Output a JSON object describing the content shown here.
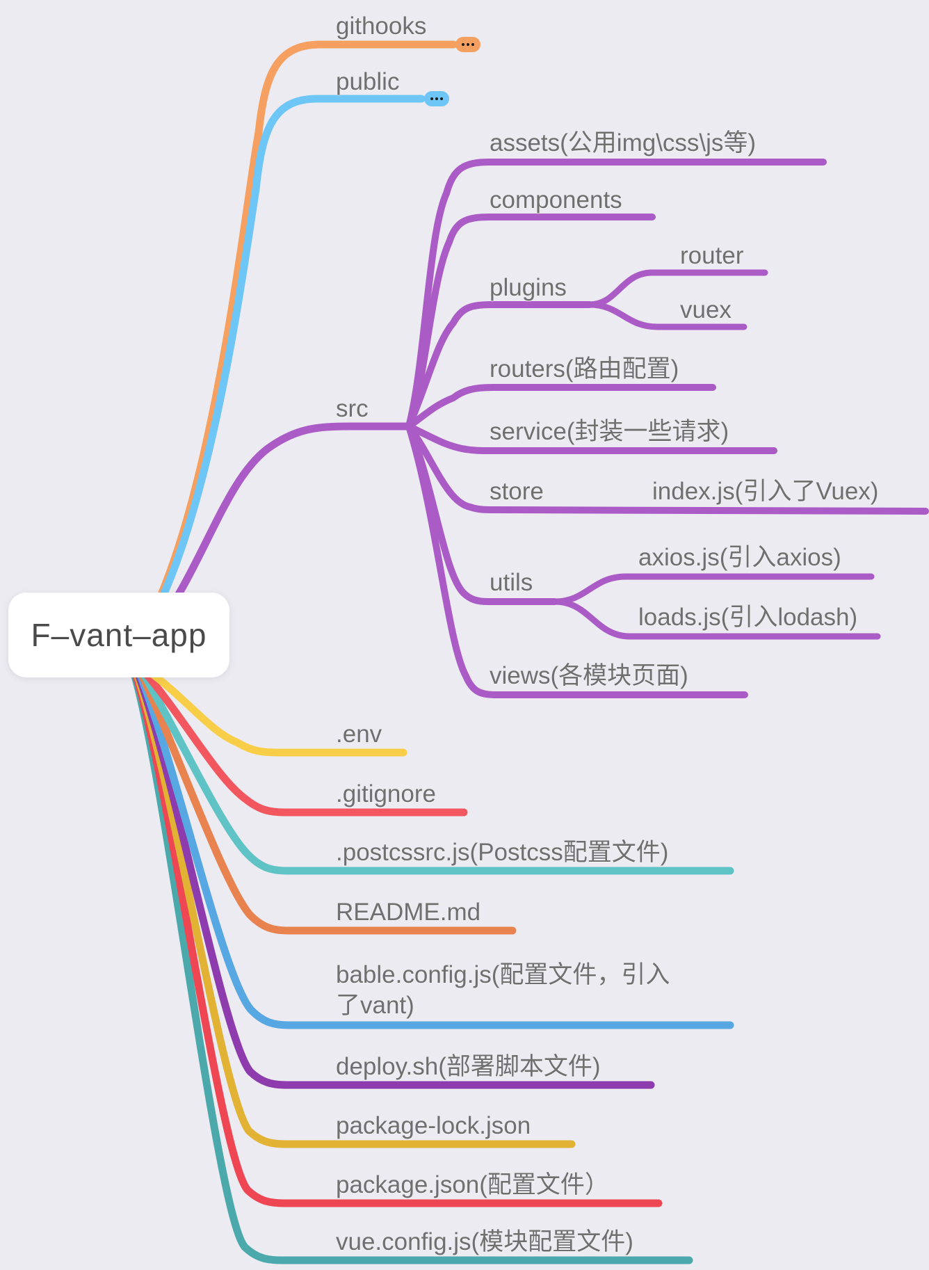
{
  "diagram_type": "mind-map",
  "background_color": "#ECEBF1",
  "label_color": "#6F6F6F",
  "tree": {
    "label": "F–vant–app",
    "text_color": "#4A4A4A",
    "box_color": "#FFFFFF",
    "children": [
      {
        "label": "githooks",
        "color": "#F5A061",
        "collapsed": true,
        "collapse_indicator": "ellipsis-pill"
      },
      {
        "label": "public",
        "color": "#6EC6F7",
        "collapsed": true,
        "collapse_indicator": "ellipsis-pill"
      },
      {
        "label": "src",
        "color": "#AB5BC6",
        "children": [
          {
            "label": "assets(公用img\\css\\js等)",
            "color": "#AB5BC6"
          },
          {
            "label": "components",
            "color": "#AB5BC6"
          },
          {
            "label": "plugins",
            "color": "#AB5BC6",
            "children": [
              {
                "label": "router",
                "color": "#AB5BC6"
              },
              {
                "label": "vuex",
                "color": "#AB5BC6"
              }
            ]
          },
          {
            "label": "routers(路由配置)",
            "color": "#AB5BC6"
          },
          {
            "label": "service(封装一些请求)",
            "color": "#AB5BC6"
          },
          {
            "label": "store",
            "color": "#AB5BC6",
            "children": [
              {
                "label": "index.js(引入了Vuex)",
                "color": "#AB5BC6"
              }
            ]
          },
          {
            "label": "utils",
            "color": "#AB5BC6",
            "children": [
              {
                "label": "axios.js(引入axios)",
                "color": "#AB5BC6"
              },
              {
                "label": "loads.js(引入lodash)",
                "color": "#AB5BC6"
              }
            ]
          },
          {
            "label": "views(各模块页面)",
            "color": "#AB5BC6"
          }
        ]
      },
      {
        "label": ".env",
        "color": "#F8CE48"
      },
      {
        "label": ".gitignore",
        "color": "#F2565F"
      },
      {
        "label": ".postcssrc.js(Postcss配置文件)",
        "color": "#5FC3C6"
      },
      {
        "label": "README.md",
        "color": "#E8824E"
      },
      {
        "label": "bable.config.js(配置文件，引入了vant)",
        "color": "#56A7E2"
      },
      {
        "label": "deploy.sh(部署脚本文件)",
        "color": "#8E3CAD"
      },
      {
        "label": "package-lock.json",
        "color": "#E2B235"
      },
      {
        "label": "package.json(配置文件）",
        "color": "#EE4653"
      },
      {
        "label": "vue.config.js(模块配置文件)",
        "color": "#4BA9AC"
      }
    ]
  }
}
